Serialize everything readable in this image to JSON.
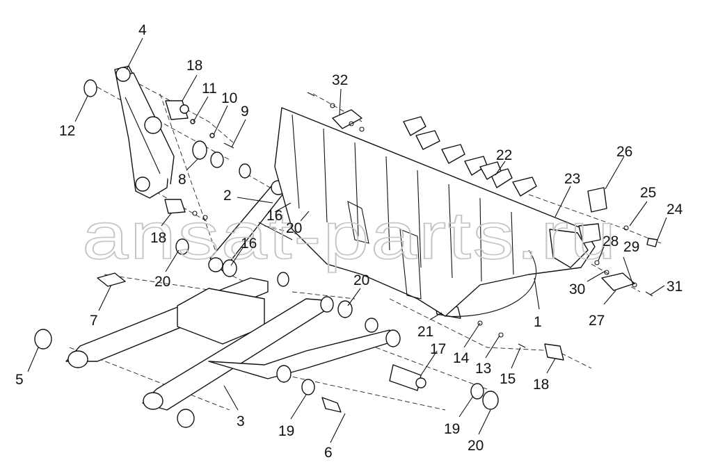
{
  "diagram": {
    "watermark": "ansat-parts.ru",
    "callouts": [
      "1",
      "2",
      "3",
      "4",
      "5",
      "6",
      "7",
      "8",
      "9",
      "10",
      "11",
      "12",
      "13",
      "14",
      "15",
      "16",
      "16",
      "17",
      "18",
      "18",
      "18",
      "19",
      "19",
      "20",
      "20",
      "20",
      "20",
      "21",
      "22",
      "23",
      "24",
      "25",
      "26",
      "27",
      "28",
      "29",
      "30",
      "31",
      "32"
    ]
  }
}
